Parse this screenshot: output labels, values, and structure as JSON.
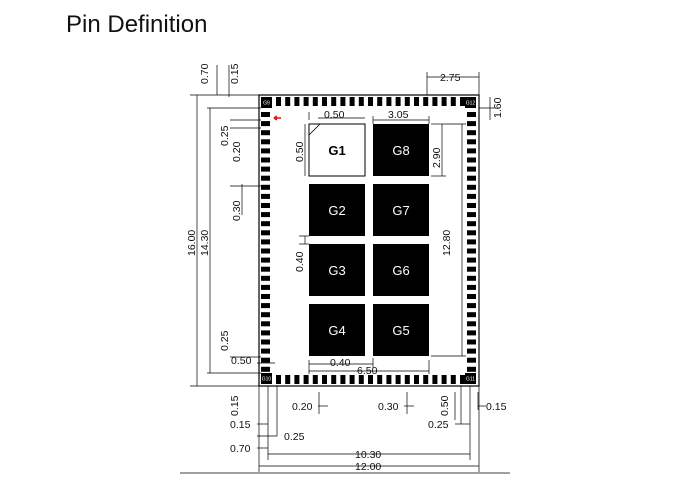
{
  "title": "Pin Definition",
  "pads": [
    {
      "id": "g1",
      "label": "G1"
    },
    {
      "id": "g2",
      "label": "G2"
    },
    {
      "id": "g3",
      "label": "G3"
    },
    {
      "id": "g4",
      "label": "G4"
    },
    {
      "id": "g5",
      "label": "G5"
    },
    {
      "id": "g6",
      "label": "G6"
    },
    {
      "id": "g7",
      "label": "G7"
    },
    {
      "id": "g8",
      "label": "G8"
    }
  ],
  "corner_labels": {
    "top_left": "G9",
    "top_right": "G12",
    "bottom_left": "G10",
    "bottom_right": "G11"
  },
  "dimensions": {
    "top_left_070": "0.70",
    "top_left_015": "0.15",
    "top_right_275": "2.75",
    "top_right_160": "1.60",
    "pad_spacing_050": "0.50",
    "pad_width_305": "3.05",
    "left_025": "0.25",
    "left_020": "0.20",
    "g1_height_050": "0.50",
    "pad_height_290": "2.90",
    "left_030": "0.30",
    "total_height_1600": "16.00",
    "inner_height_1430": "14.30",
    "gap_040_vertical": "0.40",
    "span_1280": "12.80",
    "bottom_left_025": "0.25",
    "bottom_left_050": "0.50",
    "gap_040_horizontal": "0.40",
    "span_650": "6.50",
    "bottom_015_left": "0.15",
    "bottom_020": "0.20",
    "bottom_030": "0.30",
    "bottom_050": "0.50",
    "bottom_015_right": "0.15",
    "bottom_015_second": "0.15",
    "bottom_025_left": "0.25",
    "bottom_025_right": "0.25",
    "bottom_070": "0.70",
    "width_1030": "10.30",
    "total_width_1200": "12.00"
  },
  "colors": {
    "pad_fill": "#000000",
    "outline": "#000000",
    "pin1_marker": "#dd1111",
    "background": "#ffffff"
  }
}
